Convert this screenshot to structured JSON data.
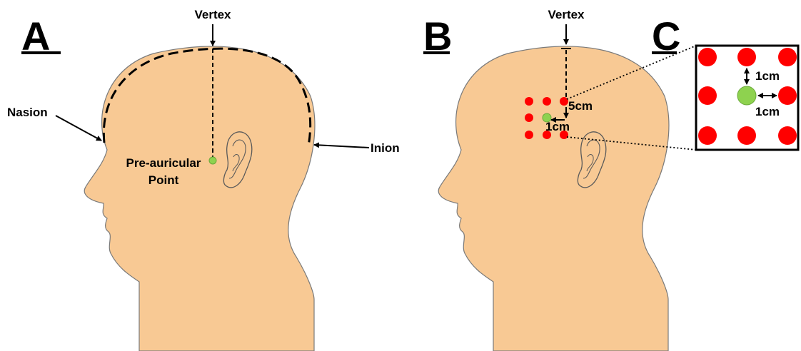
{
  "panels": {
    "a": {
      "letter": "A",
      "vertex": "Vertex",
      "nasion": "Nasion",
      "inion": "Inion",
      "preauricular_line1": "Pre-auricular",
      "preauricular_line2": "Point"
    },
    "b": {
      "letter": "B",
      "vertex": "Vertex",
      "dist_vertical": "5cm",
      "dist_horizontal": "1cm"
    },
    "c": {
      "letter": "C",
      "dist_vertical": "1cm",
      "dist_horizontal": "1cm"
    }
  },
  "colors": {
    "skin": "#f8c994",
    "outline": "#7a7a7a",
    "electrode": "#ff0000",
    "center_point": "#8ed24f",
    "line": "#000000"
  },
  "grid": {
    "rows": 3,
    "cols": 3,
    "center_electrode": "green"
  }
}
